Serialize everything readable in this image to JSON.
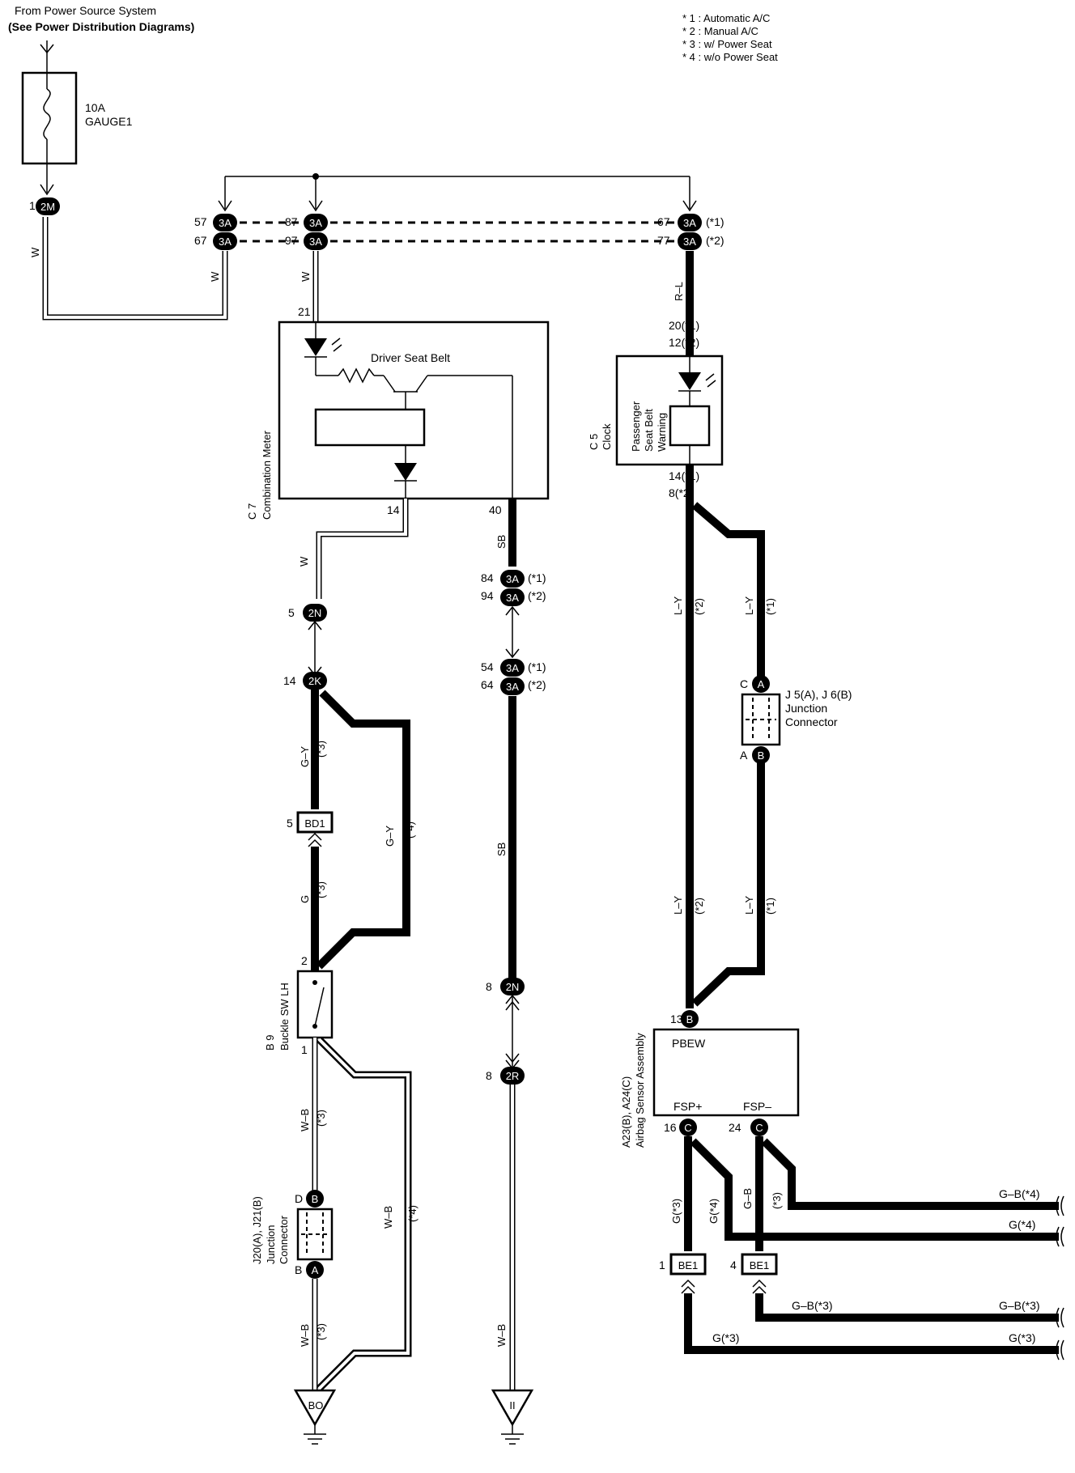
{
  "header": {
    "power_source": "From Power Source System",
    "power_source_note": "(See Power Distribution Diagrams)"
  },
  "footnotes": [
    "* 1 : Automatic A/C",
    "* 2 : Manual A/C",
    "* 3 : w/ Power Seat",
    "* 4 : w/o Power Seat"
  ],
  "fuse": {
    "rating": "10A",
    "name": "GAUGE1"
  },
  "notes": {
    "n1": "(*1)",
    "n2": "(*2)",
    "n3": "(*3)",
    "n4": "(*4)"
  },
  "wires": {
    "w": "W",
    "gy": "G–Y",
    "g": "G",
    "wb": "W–B",
    "sb": "SB",
    "rl": "R–L",
    "ly": "L–Y",
    "gb": "G–B",
    "g3": "G(*3)",
    "g4": "G(*4)",
    "gb4": "G–B(*4)",
    "g4b": "G(*4)",
    "gb3": "G–B(*3)",
    "g3b": "G(*3)"
  },
  "connectors": {
    "c2m": {
      "pin": "1",
      "label": "2M"
    },
    "c3a_a": {
      "pin1": "57",
      "pin2": "67",
      "label": "3A"
    },
    "c3a_b": {
      "pin1": "87",
      "pin2": "97",
      "label": "3A"
    },
    "c3a_c": {
      "pin1": "67",
      "pin2": "77",
      "label": "3A",
      "note1": "(*1)",
      "note2": "(*2)"
    },
    "c3a_d": {
      "pin1": "84",
      "pin2": "94",
      "label": "3A",
      "note1": "(*1)",
      "note2": "(*2)"
    },
    "c3a_e": {
      "pin1": "54",
      "pin2": "64",
      "label": "3A",
      "note1": "(*1)",
      "note2": "(*2)"
    },
    "c2n_a": {
      "pin": "5",
      "label": "2N"
    },
    "c2n_b": {
      "pin": "8",
      "label": "2N"
    },
    "c2r": {
      "pin": "8",
      "label": "2R"
    },
    "c2k": {
      "pin": "14",
      "label": "2K"
    },
    "bd1": {
      "pin": "5",
      "label": "BD1"
    },
    "be1": {
      "pin1": "1",
      "pin4": "4",
      "label": "BE1"
    }
  },
  "meter": {
    "code": "C 7",
    "name": "Combination Meter",
    "label": "Driver Seat Belt",
    "pin_in": "21",
    "pin14": "14",
    "pin40": "40"
  },
  "buckle": {
    "code": "B 9",
    "name": "Buckle SW LH",
    "pin_top": "2",
    "pin_bot": "1"
  },
  "j20": {
    "code": "J20(A), J21(B)",
    "name1": "Junction",
    "name2": "Connector",
    "pin_d": "D",
    "pin_b": "B",
    "label_b": "B",
    "label_a": "A"
  },
  "grounds": {
    "bo": "BO",
    "ii": "II"
  },
  "clock": {
    "code": "C 5",
    "name": "Clock",
    "pw1": "Passenger",
    "pw2": "Seat Belt",
    "pw3": "Warning",
    "pin_in1": "20(*1)",
    "pin_in2": "12(*2)",
    "pin_out1": "14(*1)",
    "pin_out2": "8(*2)"
  },
  "j5": {
    "code": "J 5(A), J 6(B)",
    "name1": "Junction",
    "name2": "Connector",
    "pin_c": "C",
    "pin_a": "A",
    "label_a": "A",
    "label_b": "B"
  },
  "airbag": {
    "code": "A23(B), A24(C)",
    "name": "Airbag Sensor Assembly",
    "pin13": "13",
    "label_b": "B",
    "pbew": "PBEW",
    "fsp_plus": "FSP+",
    "fsp_minus": "FSP–",
    "pin16": "16",
    "pin24": "24",
    "label_c": "C"
  }
}
